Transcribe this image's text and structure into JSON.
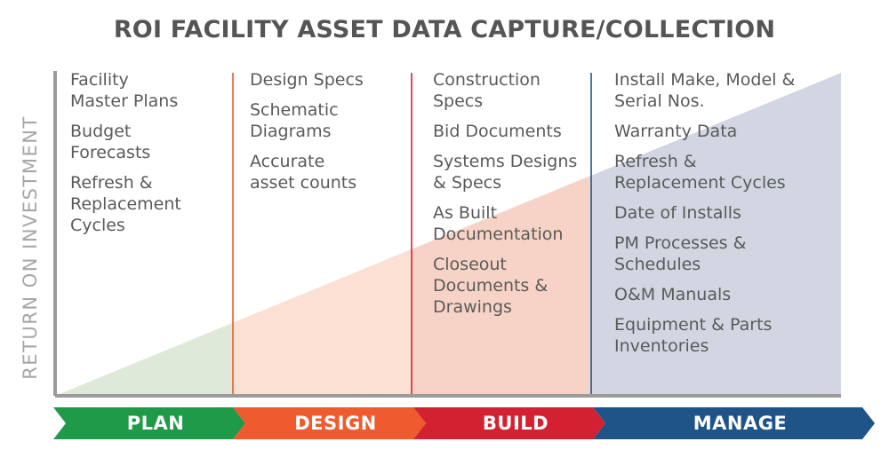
{
  "title": "ROI FACILITY ASSET DATA CAPTURE/COLLECTION",
  "y_axis_label": "RETURN ON INVESTMENT",
  "colors": {
    "plan": "#1e9a48",
    "design": "#ef5a2e",
    "build": "#d42131",
    "manage": "#1e5487",
    "plan_fill": "#dfe9da",
    "design_fill": "#fbe0d3",
    "build_fill": "#f6d3c6",
    "manage_fill": "#d2d6e2",
    "axis": "#9b9b9b",
    "text": "#5a5a5a"
  },
  "phases": [
    {
      "name": "PLAN",
      "items": [
        [
          "Facility",
          "Master Plans"
        ],
        [
          "Budget",
          "Forecasts"
        ],
        [
          "Refresh &",
          "Replacement",
          "Cycles"
        ]
      ]
    },
    {
      "name": "DESIGN",
      "items": [
        [
          "Design Specs"
        ],
        [
          "Schematic",
          "Diagrams"
        ],
        [
          "Accurate",
          "asset counts"
        ]
      ]
    },
    {
      "name": "BUILD",
      "items": [
        [
          "Construction",
          "Specs"
        ],
        [
          "Bid Documents"
        ],
        [
          "Systems Designs",
          "& Specs"
        ],
        [
          "As Built",
          "Documentation"
        ],
        [
          "Closeout",
          "Documents &",
          "Drawings"
        ]
      ]
    },
    {
      "name": "MANAGE",
      "items": [
        [
          "Install Make, Model &",
          "Serial Nos."
        ],
        [
          "Warranty Data"
        ],
        [
          "Refresh &",
          "Replacement Cycles"
        ],
        [
          "Date of Installs"
        ],
        [
          "PM Processes &",
          "Schedules"
        ],
        [
          "O&M Manuals"
        ],
        [
          "Equipment & Parts",
          "Inventories"
        ]
      ]
    }
  ]
}
